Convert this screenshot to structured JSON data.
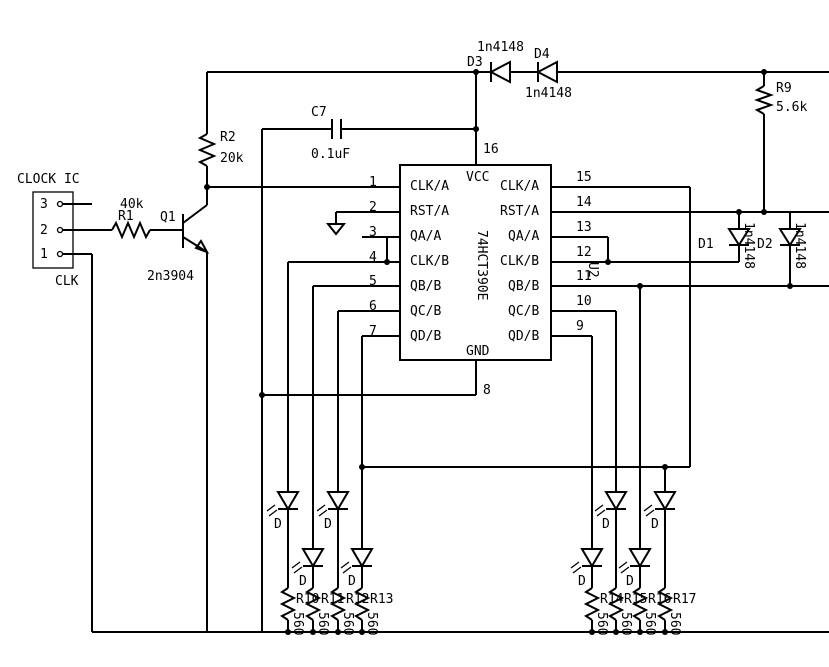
{
  "connector": {
    "title": "CLOCK IC",
    "pins": [
      "3",
      "2",
      "1"
    ],
    "signal": "CLK"
  },
  "r1": {
    "ref": "R1",
    "value": "40k"
  },
  "r2": {
    "ref": "R2",
    "value": "20k"
  },
  "q1": {
    "ref": "Q1",
    "part": "2n3904"
  },
  "c7": {
    "ref": "C7",
    "value": "0.1uF"
  },
  "d3": {
    "ref": "D3",
    "part": "1n4148"
  },
  "d4": {
    "ref": "D4",
    "part": "1n4148"
  },
  "r9": {
    "ref": "R9",
    "value": "5.6k"
  },
  "d1": {
    "ref": "D1",
    "part": "1n4148"
  },
  "d2": {
    "ref": "D2",
    "part": "1n4148"
  },
  "ic": {
    "part": "74HCT390E",
    "left_pins": [
      {
        "num": "1",
        "name": "CLK/A"
      },
      {
        "num": "2",
        "name": "RST/A"
      },
      {
        "num": "3",
        "name": "QA/A"
      },
      {
        "num": "4",
        "name": "CLK/B"
      },
      {
        "num": "5",
        "name": "QB/B"
      },
      {
        "num": "6",
        "name": "QC/B"
      },
      {
        "num": "7",
        "name": "QD/B"
      }
    ],
    "right_pins": [
      {
        "num": "15",
        "name": "CLK/A"
      },
      {
        "num": "14",
        "name": "RST/A"
      },
      {
        "num": "13",
        "name": "QA/A"
      },
      {
        "num": "12",
        "name": "CLK/B"
      },
      {
        "num": "11",
        "name": "QB/B"
      },
      {
        "num": "10",
        "name": "QC/B"
      },
      {
        "num": "9",
        "name": "QD/B"
      }
    ],
    "vcc": {
      "num": "16",
      "name": "VCC"
    },
    "gnd": {
      "num": "8",
      "name": "GND"
    },
    "extra_label": "U2"
  },
  "led_label": "D",
  "resistor_value": "560",
  "resistor_refs": [
    "R10",
    "R11",
    "R12",
    "R13",
    "R14",
    "R15",
    "R16",
    "R17"
  ]
}
